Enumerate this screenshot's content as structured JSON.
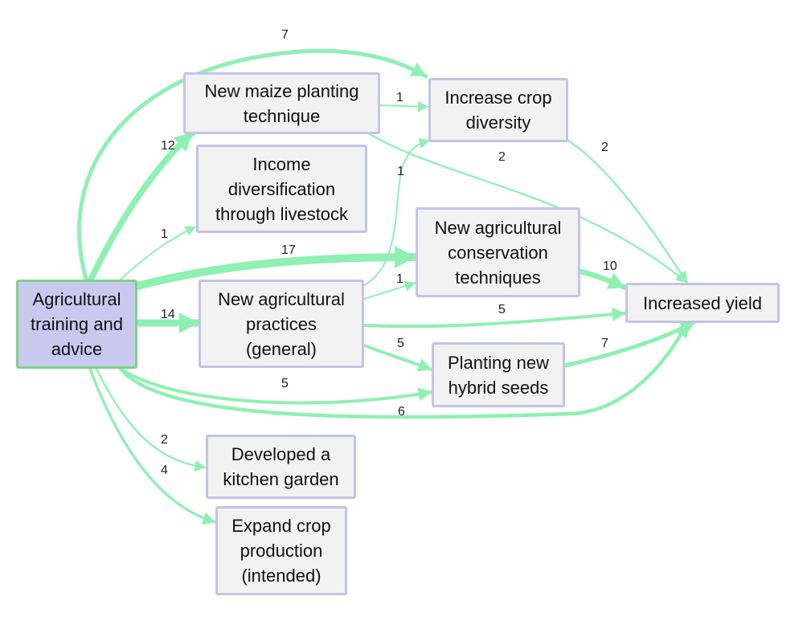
{
  "colors": {
    "edge": "#8ff0b3",
    "node_fill": "#f2f2f2",
    "node_border": "#c3c3ea",
    "source_fill": "#c9c9f0",
    "source_border": "#7ad487"
  },
  "nodes": {
    "training": "Agricultural\ntraining and\nadvice",
    "maize": "New maize planting\ntechnique",
    "livestock": "Income\ndiversification\nthrough livestock",
    "practices": "New agricultural\npractices\n(general)",
    "kitchen": "Developed a\nkitchen garden",
    "expand": "Expand crop\nproduction\n(intended)",
    "diversity": "Increase crop\ndiversity",
    "conservation": "New agricultural\nconservation\ntechniques",
    "hybrid": "Planting new\nhybrid seeds",
    "yield": "Increased yield"
  },
  "edges": [
    {
      "id": "training-diversity",
      "from": "training",
      "to": "diversity",
      "weight": "7"
    },
    {
      "id": "training-maize",
      "from": "training",
      "to": "maize",
      "weight": "12"
    },
    {
      "id": "training-livestock",
      "from": "training",
      "to": "livestock",
      "weight": "1"
    },
    {
      "id": "training-conservation",
      "from": "training",
      "to": "conservation",
      "weight": "17"
    },
    {
      "id": "training-practices",
      "from": "training",
      "to": "practices",
      "weight": "14"
    },
    {
      "id": "training-hybrid",
      "from": "training",
      "to": "hybrid",
      "weight": "5"
    },
    {
      "id": "training-yield",
      "from": "training",
      "to": "yield",
      "weight": "6"
    },
    {
      "id": "training-kitchen",
      "from": "training",
      "to": "kitchen",
      "weight": "2"
    },
    {
      "id": "training-expand",
      "from": "training",
      "to": "expand",
      "weight": "4"
    },
    {
      "id": "maize-diversity",
      "from": "maize",
      "to": "diversity",
      "weight": "1"
    },
    {
      "id": "maize-yield",
      "from": "maize",
      "to": "yield",
      "weight": "2"
    },
    {
      "id": "practices-diversity",
      "from": "practices",
      "to": "diversity",
      "weight": "1"
    },
    {
      "id": "practices-conservation",
      "from": "practices",
      "to": "conservation",
      "weight": "1"
    },
    {
      "id": "practices-yield",
      "from": "practices",
      "to": "yield",
      "weight": "5"
    },
    {
      "id": "practices-hybrid",
      "from": "practices",
      "to": "hybrid",
      "weight": "5"
    },
    {
      "id": "diversity-yield",
      "from": "diversity",
      "to": "yield",
      "weight": "2"
    },
    {
      "id": "conservation-yield",
      "from": "conservation",
      "to": "yield",
      "weight": "10"
    },
    {
      "id": "hybrid-yield",
      "from": "hybrid",
      "to": "yield",
      "weight": "7"
    }
  ]
}
